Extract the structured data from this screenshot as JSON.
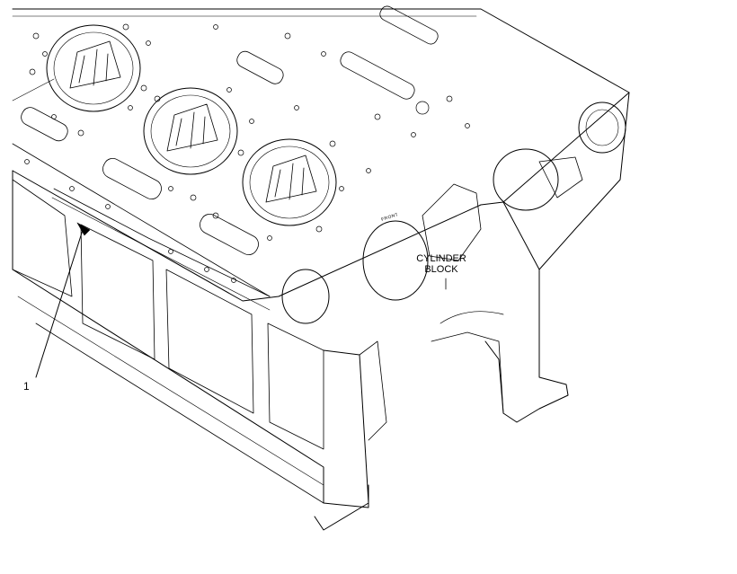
{
  "diagram": {
    "part_label_line1": "CYLINDER",
    "part_label_line2": "BLOCK",
    "callout_number": "1",
    "front_marking": "FRONT"
  },
  "colors": {
    "line": "#000000",
    "background": "#ffffff"
  }
}
